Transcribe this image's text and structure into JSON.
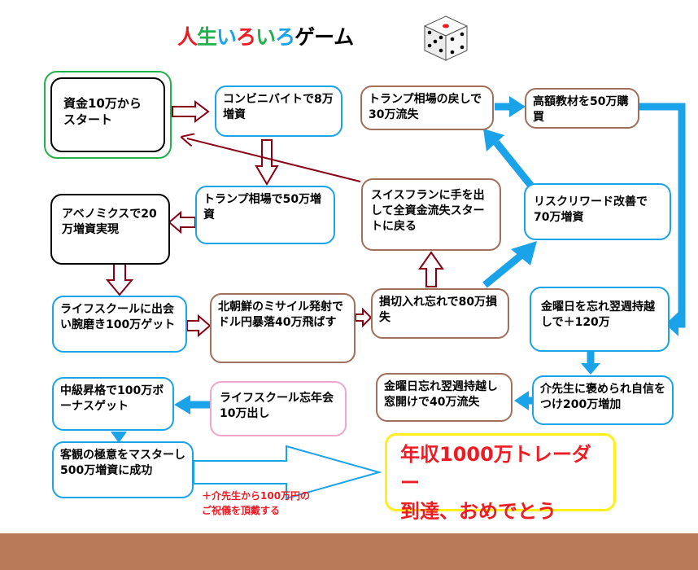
{
  "title": {
    "chars": [
      "人",
      "生",
      "い",
      "ろ",
      "い",
      "ろ",
      "ゲ",
      "ー",
      "ム"
    ],
    "colors": [
      "#ed1c24",
      "#22b14c",
      "#1aa3e8",
      "#ed1c24",
      "#22b14c",
      "#1aa3e8",
      "#000000",
      "#000000",
      "#000000"
    ]
  },
  "colors": {
    "blue": "#1aa3e8",
    "brown": "#a0705a",
    "dark_red": "#880015",
    "green": "#22b14c",
    "yellow": "#ffef1a",
    "red": "#ed1c24",
    "ground": "#b97a57"
  },
  "icons": {
    "die": "dice-icon"
  },
  "steps": {
    "start": "資金10万からスタート",
    "konbini": "コンビニバイトで8万増資",
    "trump": "トランプ相場で50万増資",
    "abenomix": "アベノミクスで20万増資実現",
    "lifeschool": "ライフスクールに出会い腕磨き100万ゲット",
    "missile": "北朝鮮のミサイル発射でドル円暴落40万飛ばす",
    "stoploss": "損切入れ忘れで80万損失",
    "swiss": "スイスフランに手を出して全資金流失スタートに戻る",
    "trump_back": "トランプ相場の戻しで30万流失",
    "teaching": "高額教材を50万購買",
    "riskreward": "リスクリワード改善で70万増資",
    "friday": "金曜日を忘れ翌週持越しで＋120万",
    "teacher": "介先生に褒められ自信をつけ200万増加",
    "window": "金曜日忘れ翌週持越し窓開けで40万流失",
    "yearend": "ライフスクール忘年会10万出し",
    "promotion": "中級昇格で100万ボーナスゲット",
    "objective": "客観の極意をマスターし500万増資に成功"
  },
  "goal": {
    "line1": "年収1000万トレーダー",
    "line2": "到達、おめでとう"
  },
  "note": {
    "line1": "＋介先生から100万円の",
    "line2": "ご祝儀を頂戴する"
  }
}
